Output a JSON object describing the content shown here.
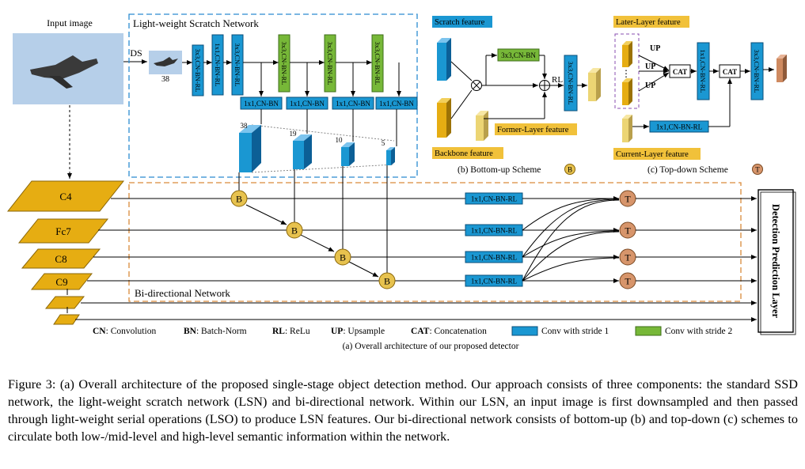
{
  "input_label": "Input image",
  "ds_label": "DS",
  "lsn_title": "Light-weight Scratch Network",
  "down_size": "38",
  "lso_blocks": [
    "3x3,CN-BN-RL",
    "1x1,CN-BN-RL",
    "3x3,CN-BN-RL",
    "3x3,CN-BN-RL",
    "3x3,CN-BN-RL",
    "3x3,CN-BN-RL"
  ],
  "proj_label": "1x1,CN-BN",
  "feature_sizes": [
    "38",
    "19",
    "10",
    "5"
  ],
  "backbone": [
    "C4",
    "Fc7",
    "C8",
    "C9"
  ],
  "bottom_up_badge": "B",
  "top_down_badge": "T",
  "td_conv": "1x1,CN-BN-RL",
  "bidir_label": "Bi-directional Network",
  "prediction_label": "Detection Prediction Layer",
  "panel_b": {
    "scratch_feature": "Scratch feature",
    "backbone_feature": "Backbone feature",
    "former_feature": "Former-Layer feature",
    "conv_s2": "3x3,CN-BN",
    "rl": "RL",
    "conv_out": "3x3,CN-BN-RL",
    "caption": "(b) Bottom-up Scheme"
  },
  "panel_c": {
    "later_feature": "Later-Layer feature",
    "current_feature": "Current-Layer feature",
    "up": "UP",
    "dots": "⋮",
    "cat": "CAT",
    "conv1": "1x1,CN-BN-RL",
    "conv2": "3x3,CN-BN-RL",
    "cur_conv": "1x1,CN-BN-RL",
    "caption": "(c) Top-down Scheme"
  },
  "legend": {
    "cn_key": "CN",
    "cn_val": ": Convolution",
    "bn_key": "BN",
    "bn_val": ": Batch-Norm",
    "rl_key": "RL",
    "rl_val": ": ReLu",
    "up_key": "UP",
    "up_val": ": Upsample",
    "cat_key": "CAT",
    "cat_val": ": Concatenation",
    "stride1": "Conv with stride 1",
    "stride2": "Conv with stride 2",
    "blue": "#1a97d2",
    "green": "#77b838"
  },
  "sub_caption": "(a) Overall architecture of our proposed detector",
  "caption": "Figure 3: (a) Overall architecture of the proposed single-stage object detection method. Our approach consists of three components: the standard SSD network, the light-weight scratch network (LSN) and bi-directional network. Within our LSN, an input image is first downsampled and then passed through light-weight serial operations (LSO) to produce LSN features. Our bi-directional network consists of bottom-up (b) and top-down (c) schemes to circulate both low-/mid-level and high-level semantic information within the network."
}
